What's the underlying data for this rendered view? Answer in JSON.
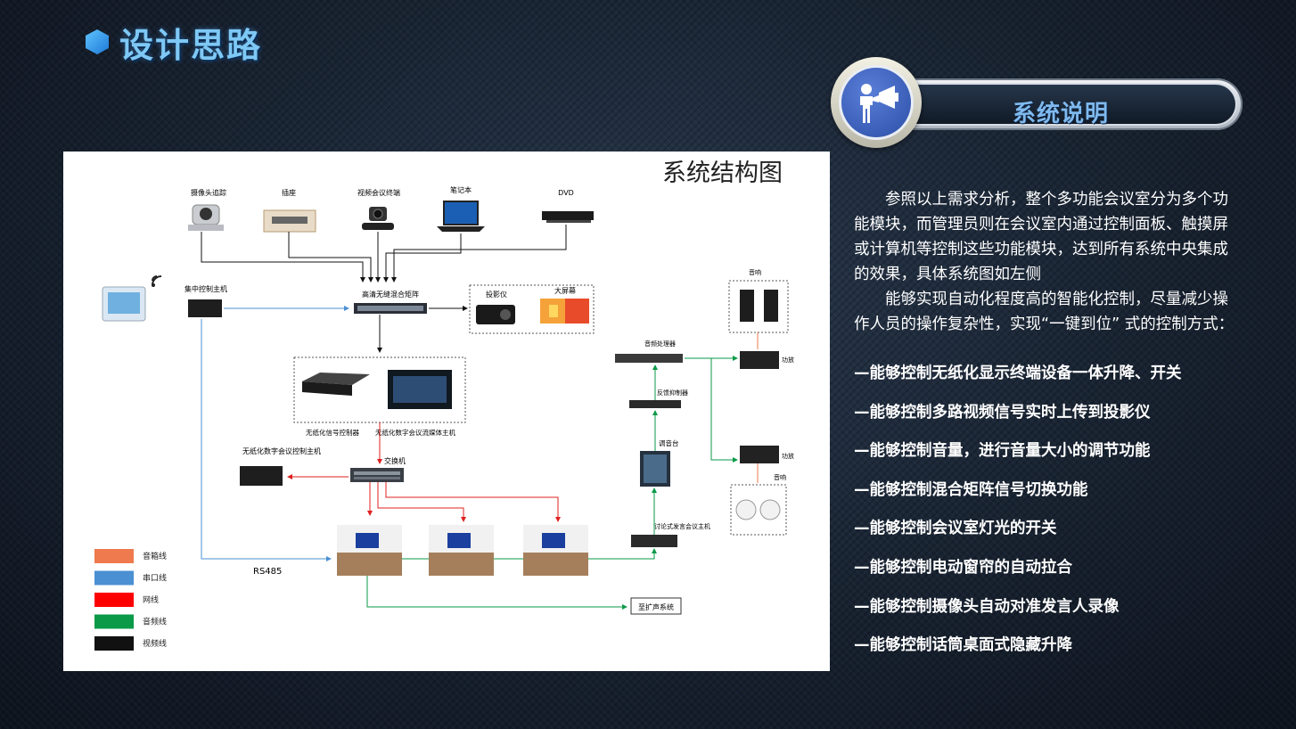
{
  "page": {
    "title": "设计思路"
  },
  "sys_banner": {
    "title": "系统说明",
    "icon": "presenter-megaphone-icon"
  },
  "diagram": {
    "title": "系统结构图",
    "devices": {
      "camera": "摄像头追踪",
      "socket": "插座",
      "video_terminal": "视频会议终端",
      "laptop": "笔记本",
      "dvd": "DVD",
      "central_control": "集中控制主机",
      "matrix": "高清无缝混合矩阵",
      "projector": "投影仪",
      "big_screen": "大屏幕",
      "paperless_signal": "无纸化信号控制器",
      "paperless_stream": "无纸化数字会议流媒体主机",
      "paperless_host": "无纸化数字会议控制主机",
      "switch": "交换机",
      "speaker_top": "音响",
      "audio_processor": "音频处理器",
      "feedback_suppressor": "反馈抑制器",
      "amp1": "功放",
      "amp2": "功放",
      "mixer": "调音台",
      "speaker_bottom": "音响",
      "discussion_host": "讨论式发言会议主机",
      "pa_system": "至扩声系统",
      "rs485": "RS485"
    },
    "legend": [
      {
        "label": "音箱线",
        "color": "#ee7a4d"
      },
      {
        "label": "串口线",
        "color": "#4a90d2"
      },
      {
        "label": "网线",
        "color": "#ff0000"
      },
      {
        "label": "音频线",
        "color": "#0a9a48"
      },
      {
        "label": "视频线",
        "color": "#111111"
      }
    ]
  },
  "description": [
    "参照以上需求分析，整个多功能会议室分为多个功能模块，而管理员则在会议室内通过控制面板、触摸屏或计算机等控制这些功能模块，达到所有系统中央集成的效果，具体系统图如左侧",
    "能够实现自动化程度高的智能化控制，尽量减少操作人员的操作复杂性，实现“一键到位” 式的控制方式："
  ],
  "features": [
    "—能够控制无纸化显示终端设备一体升降、开关",
    "—能够控制多路视频信号实时上传到投影仪",
    "—能够控制音量，进行音量大小的调节功能",
    "—能够控制混合矩阵信号切换功能",
    "—能够控制会议室灯光的开关",
    "—能够控制电动窗帘的自动拉合",
    "—能够控制摄像头自动对准发言人录像",
    "—能够控制话筒桌面式隐藏升降"
  ]
}
